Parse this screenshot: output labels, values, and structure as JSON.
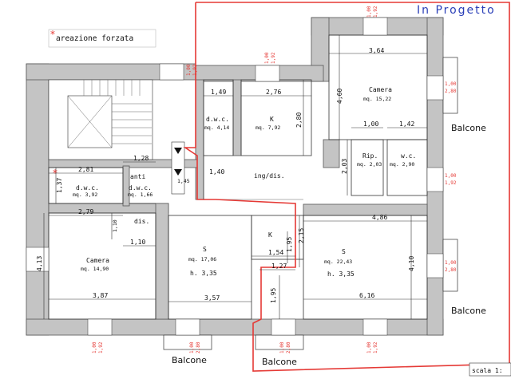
{
  "title": "In Progetto",
  "scale": "scala 1:",
  "legend": "areazione forzata",
  "legend_mark": "*",
  "rooms": {
    "camera_top": {
      "name": "Camera",
      "area": "mq. 15,22"
    },
    "dwc_top": {
      "name": "d.w.c.",
      "area": "mq. 4,14"
    },
    "k_top": {
      "name": "K",
      "area": "mq. 7,92"
    },
    "ing": {
      "name": "ing/dis."
    },
    "rip": {
      "name": "Rip.",
      "area": "mq. 2,03"
    },
    "wc": {
      "name": "w.c.",
      "area": "mq. 2,90"
    },
    "dwc_left": {
      "name": "d.w.c.",
      "area": "mq. 3,92"
    },
    "anti": {
      "name": "anti",
      "name2": "d.w.c.",
      "area": "mq. 1,66"
    },
    "dis": {
      "name": "dis."
    },
    "camera_left": {
      "name": "Camera",
      "area": "mq. 14,90"
    },
    "s_mid": {
      "name": "S",
      "area": "mq. 17,06",
      "height": "h. 3,35"
    },
    "k_mid": {
      "name": "K"
    },
    "s_right": {
      "name": "S",
      "area": "mq. 22,43",
      "height": "h. 3,35"
    }
  },
  "balconies": [
    "Balcone",
    "Balcone",
    "Balcone",
    "Balcone"
  ],
  "dims": {
    "d_3_64": "3,64",
    "d_4_60": "4,60",
    "d_1_49": "1,49",
    "d_2_76": "2,76",
    "d_2_80": "2,80",
    "d_1_00": "1,00",
    "d_1_42": "1,42",
    "d_2_03": "2,03",
    "d_1_28": "1,28",
    "d_2_81": "2,81",
    "d_1_37": "1,37",
    "d_1_40": "1,40",
    "d_1_45": "1,45",
    "d_4_86": "4,86",
    "d_2_79": "2,79",
    "d_1_10a": "1,10",
    "d_1_10b": "1,10",
    "d_4_13": "4,13",
    "d_2_15": "2,15",
    "d_1_95a": "1,95",
    "d_1_54": "1,54",
    "d_1_27": "1,27",
    "d_4_10": "4,10",
    "d_3_87": "3,87",
    "d_3_57": "3,57",
    "d_1_95b": "1,95",
    "d_6_16": "6,16"
  },
  "openings": {
    "o1": [
      "1,00",
      "1,92"
    ],
    "o2": [
      "1,00",
      "1,92"
    ],
    "o3": [
      "1,00",
      "1,92"
    ],
    "o4": [
      "1,00",
      "2,80"
    ],
    "o5": [
      "1,00",
      "1,92"
    ],
    "o6": [
      "1,00",
      "2,80"
    ],
    "o7": [
      "1,00",
      "1,92"
    ],
    "o8": [
      "1,00",
      "2,80"
    ],
    "o9": [
      "1,00",
      "2,80"
    ],
    "o10": [
      "1,00",
      "1,92"
    ]
  }
}
